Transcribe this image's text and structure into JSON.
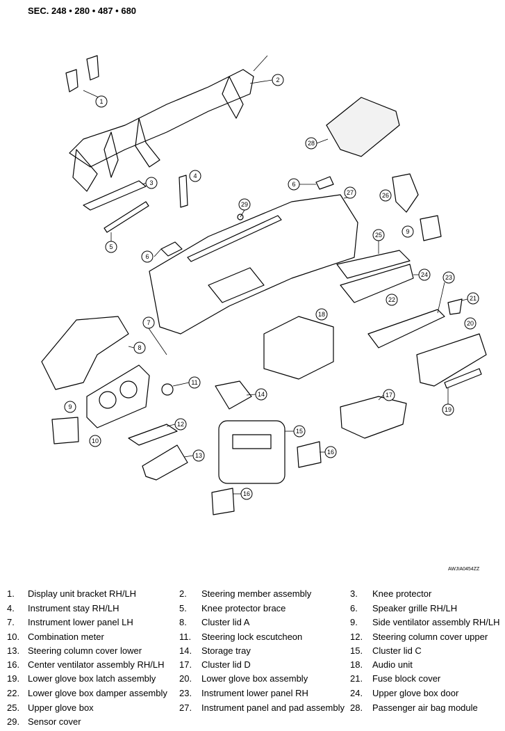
{
  "header": {
    "section": "SEC. 248 • 280 • 487 • 680"
  },
  "figure_code": "AWJIA0454ZZ",
  "callouts": [
    "1",
    "2",
    "3",
    "4",
    "5",
    "6",
    "6",
    "7",
    "8",
    "9",
    "9",
    "10",
    "11",
    "12",
    "13",
    "14",
    "15",
    "16",
    "16",
    "17",
    "18",
    "19",
    "20",
    "21",
    "22",
    "23",
    "24",
    "25",
    "26",
    "27",
    "28",
    "29"
  ],
  "legend": [
    {
      "num": "1.",
      "label": "Display unit bracket RH/LH"
    },
    {
      "num": "2.",
      "label": "Steering member assembly"
    },
    {
      "num": "3.",
      "label": "Knee protector"
    },
    {
      "num": "4.",
      "label": "Instrument stay RH/LH"
    },
    {
      "num": "5.",
      "label": "Knee protector brace"
    },
    {
      "num": "6.",
      "label": "Speaker grille RH/LH"
    },
    {
      "num": "7.",
      "label": "Instrument lower panel LH"
    },
    {
      "num": "8.",
      "label": "Cluster lid A"
    },
    {
      "num": "9.",
      "label": "Side ventilator assembly RH/LH"
    },
    {
      "num": "10.",
      "label": "Combination meter"
    },
    {
      "num": "11.",
      "label": "Steering lock escutcheon"
    },
    {
      "num": "12.",
      "label": "Steering column cover upper"
    },
    {
      "num": "13.",
      "label": "Steering column cover lower"
    },
    {
      "num": "14.",
      "label": "Storage tray"
    },
    {
      "num": "15.",
      "label": "Cluster lid C"
    },
    {
      "num": "16.",
      "label": "Center ventilator assembly RH/LH"
    },
    {
      "num": "17.",
      "label": "Cluster lid D"
    },
    {
      "num": "18.",
      "label": "Audio unit"
    },
    {
      "num": "19.",
      "label": "Lower glove box latch assembly"
    },
    {
      "num": "20.",
      "label": "Lower glove box assembly"
    },
    {
      "num": "21.",
      "label": "Fuse block cover"
    },
    {
      "num": "22.",
      "label": "Lower glove box damper assembly"
    },
    {
      "num": "23.",
      "label": "Instrument lower panel RH"
    },
    {
      "num": "24.",
      "label": "Upper glove box door"
    },
    {
      "num": "25.",
      "label": "Upper glove box"
    },
    {
      "num": "27.",
      "label": "Instrument panel and pad assembly"
    },
    {
      "num": "28.",
      "label": "Passenger air bag module"
    },
    {
      "num": "29.",
      "label": "Sensor cover"
    }
  ]
}
